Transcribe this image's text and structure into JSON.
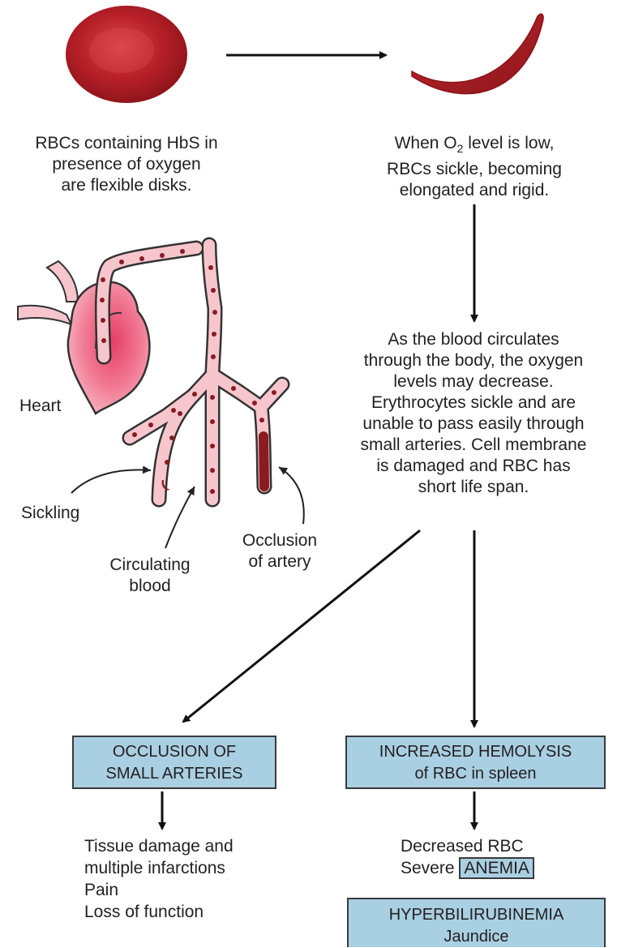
{
  "captions": {
    "normal_rbc": [
      "RBCs containing HbS in",
      "presence of oxygen",
      "are flexible disks."
    ],
    "sickle_rbc": {
      "line1_pre": "When O",
      "line1_sub": "2",
      "line1_post": " level is low,",
      "line2": "RBCs sickle, becoming",
      "line3": "elongated and rigid."
    },
    "circulation": [
      "As the blood circulates",
      "through the body, the oxygen",
      "levels may decrease.",
      "Erythrocytes sickle and are",
      "unable to pass easily through",
      "small arteries. Cell membrane",
      "is damaged and RBC has",
      "short life span."
    ]
  },
  "illustration_labels": {
    "heart": "Heart",
    "sickling": "Sickling",
    "circulating_blood": [
      "Circulating",
      "blood"
    ],
    "occlusion": [
      "Occlusion",
      "of artery"
    ]
  },
  "boxes": {
    "occlusion": [
      "OCCLUSION OF",
      "SMALL ARTERIES"
    ],
    "hemolysis": [
      "INCREASED HEMOLYSIS",
      "of RBC in spleen"
    ],
    "hyperbilirubinemia": [
      "HYPERBILIRUBINEMIA",
      "Jaundice"
    ]
  },
  "outcomes": {
    "occlusion_effects": [
      "Tissue damage and",
      "multiple infarctions",
      "Pain",
      "Loss of function"
    ],
    "hemolysis_effects": {
      "decreased": "Decreased RBC",
      "severe": "Severe",
      "anemia": "ANEMIA"
    }
  },
  "colors": {
    "rbc_red": "#b5232b",
    "vessel_pink": "#f6c6cc",
    "heart_pink": "#ea5a78",
    "box_blue": "#a9cfe2",
    "dot_red": "#8a1b22"
  }
}
